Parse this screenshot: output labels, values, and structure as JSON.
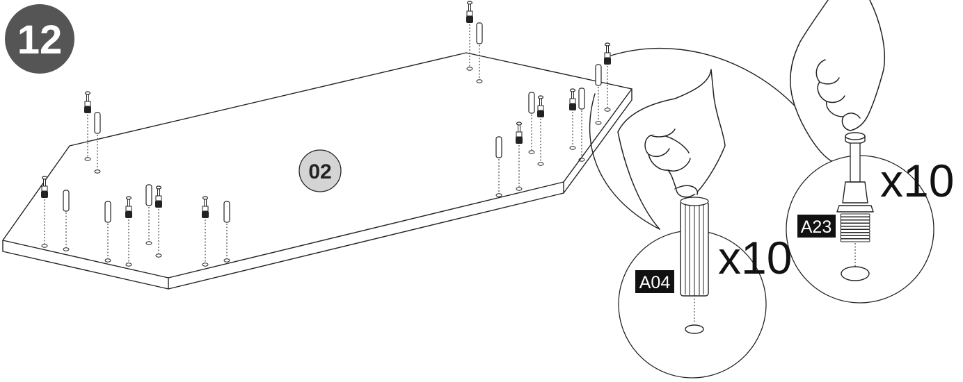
{
  "step": {
    "number": "12",
    "badge_color": "#555555"
  },
  "panel": {
    "label": "02"
  },
  "callouts": [
    {
      "part_code": "A04",
      "quantity": "x10",
      "part_type": "wooden-dowel"
    },
    {
      "part_code": "A23",
      "quantity": "x10",
      "part_type": "cam-bolt"
    }
  ],
  "colors": {
    "line": "#222222",
    "label_bg": "#111111",
    "badge": "#555555",
    "panel_badge": "#d4d4d4"
  }
}
